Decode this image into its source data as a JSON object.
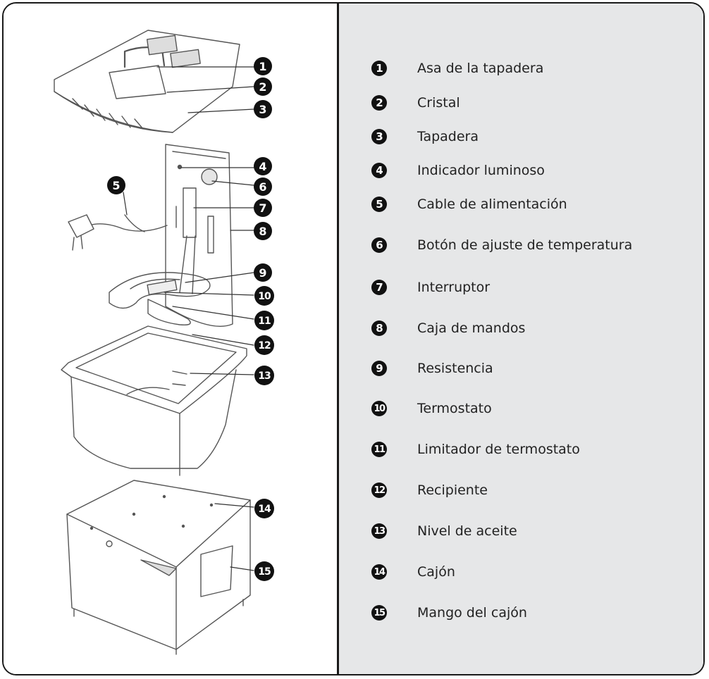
{
  "legend": [
    {
      "num": "1",
      "label": "Asa de la tapadera"
    },
    {
      "num": "2",
      "label": "Cristal"
    },
    {
      "num": "3",
      "label": "Tapadera"
    },
    {
      "num": "4",
      "label": "Indicador luminoso"
    },
    {
      "num": "5",
      "label": "Cable de alimentación"
    },
    {
      "num": "6",
      "label": "Botón de ajuste de temperatura"
    },
    {
      "num": "7",
      "label": "Interruptor"
    },
    {
      "num": "8",
      "label": "Caja de mandos"
    },
    {
      "num": "9",
      "label": "Resistencia"
    },
    {
      "num": "10",
      "label": "Termostato"
    },
    {
      "num": "11",
      "label": "Limitador de termostato"
    },
    {
      "num": "12",
      "label": "Recipiente"
    },
    {
      "num": "13",
      "label": "Nivel de aceite"
    },
    {
      "num": "14",
      "label": "Cajón"
    },
    {
      "num": "15",
      "label": "Mango del cajón"
    }
  ],
  "colors": {
    "panel_bg": "#e6e7e8",
    "border": "#1a1a1a",
    "badge": "#111111"
  }
}
